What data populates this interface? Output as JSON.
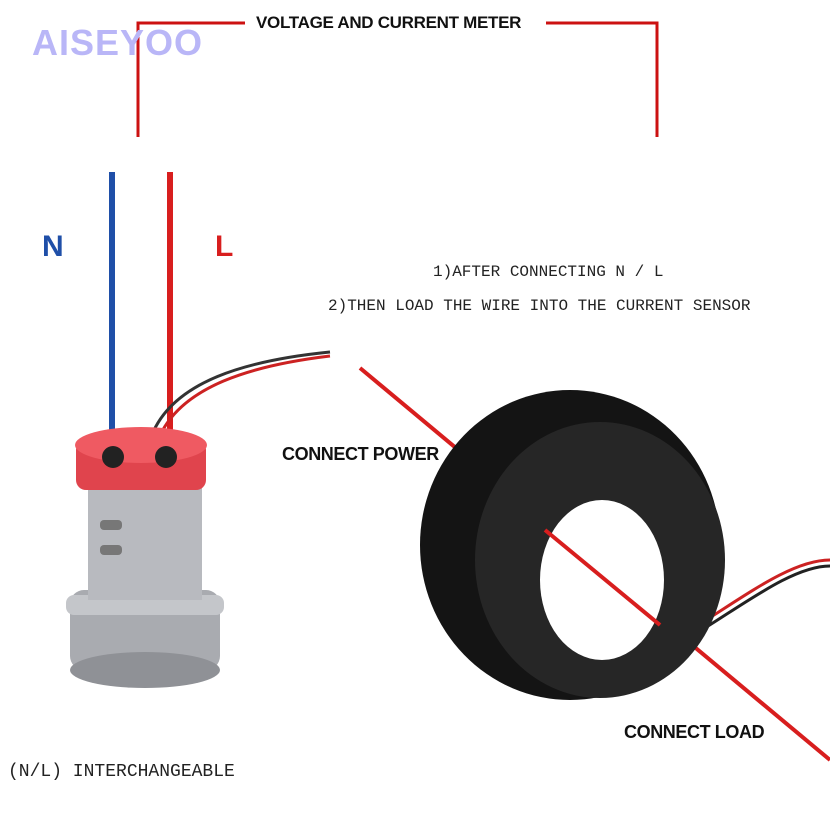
{
  "brand": {
    "logo": "AISEYOO"
  },
  "header": {
    "title": "VOLTAGE AND CURRENT METER"
  },
  "wires": {
    "neutral_label": "N",
    "live_label": "L"
  },
  "instructions": {
    "step1": "1)AFTER CONNECTING N / L",
    "step2": "2)THEN LOAD THE WIRE INTO THE CURRENT SENSOR"
  },
  "labels": {
    "connect_power": "CONNECT POWER",
    "connect_load": "CONNECT LOAD",
    "interchangeable": "(N/L) INTERCHANGEABLE"
  },
  "colors": {
    "neutral": "#1f4fa8",
    "live": "#d81e1e",
    "bracket": "#cc1111"
  }
}
